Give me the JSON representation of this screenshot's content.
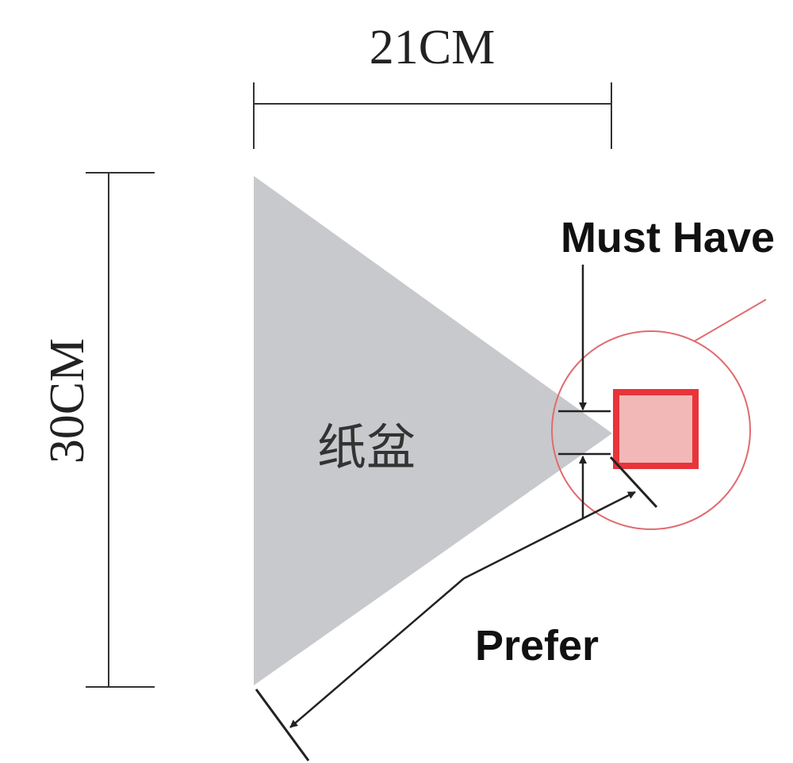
{
  "labels": {
    "width_dimension": "21CM",
    "height_dimension": "30CM",
    "cone_label": "纸盆",
    "must_have": "Must Have",
    "prefer": "Prefer"
  },
  "colors": {
    "cone_fill": "#c8c9cc",
    "highlight_stroke": "#e8343a",
    "highlight_fill": "#f2b8b8",
    "circle_stroke": "#e06b6e",
    "line": "#222222"
  }
}
